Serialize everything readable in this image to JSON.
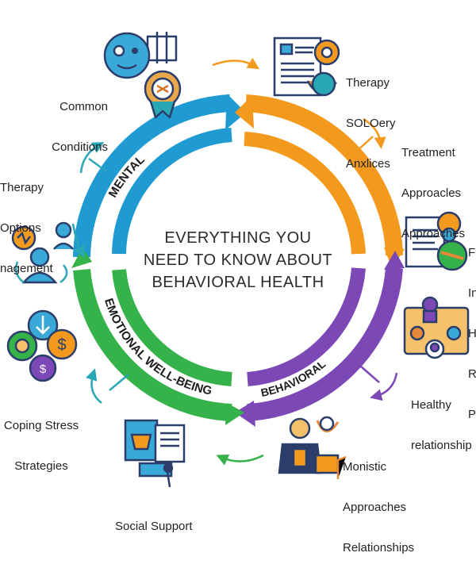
{
  "center": {
    "line1": "EVERYTHING YOU",
    "line2": "NEED TO KNOW ABOUT",
    "line3": "BEHAVIORAL HEALTH"
  },
  "ring_labels": {
    "blue": "MENTAL",
    "green": "EMOTIONAL WELL-BEING",
    "purple": "BEHAVIORAL"
  },
  "nodes": {
    "common": {
      "lines": [
        "Common",
        "Conditions"
      ]
    },
    "therapy_top": {
      "lines": [
        "Therapy",
        "SOLOery",
        "Anxlices"
      ]
    },
    "treatment": {
      "lines": [
        "Treatment",
        "Approacles",
        "Approaches"
      ]
    },
    "right_cut": {
      "lines": [
        "F",
        "In",
        "H",
        "R",
        "P"
      ]
    },
    "healthy": {
      "lines": [
        "Healthy",
        "relationship"
      ]
    },
    "monistic": {
      "lines": [
        "Monistic",
        "Approaches",
        "Relationships"
      ]
    },
    "social": {
      "lines": [
        "Social Support"
      ]
    },
    "coping": {
      "lines": [
        "Coping Stress",
        "Strategies"
      ]
    },
    "therapy_left": {
      "lines": [
        "Therapy",
        "Options",
        "nagement"
      ]
    }
  },
  "icons": {
    "common": "brain-face-medal-icon",
    "therapy_top": "document-gear-icon",
    "right_cut": "document-person-icon",
    "healthy": "people-group-icon",
    "monistic": "professional-person-icon",
    "social": "social-document-icon",
    "coping": "coins-arrow-icon",
    "therapy_left": "people-network-icon"
  },
  "colors": {
    "blue": "#1f9bd1",
    "orange": "#f39a1e",
    "purple": "#7b48b5",
    "green": "#35b24a",
    "navy": "#2b3e6b",
    "teal": "#2aa7b5"
  }
}
